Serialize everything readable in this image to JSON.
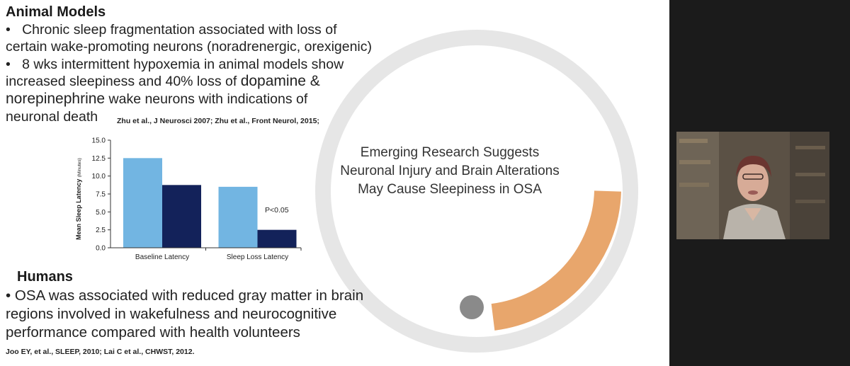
{
  "animal": {
    "heading": "Animal Models",
    "bullet1_line1": "Chronic sleep fragmentation associated with loss of",
    "bullet1_line2": "certain wake-promoting neurons (noradrenergic, orexigenic)",
    "bullet2_line1": "8 wks intermittent hypoxemia in animal models show",
    "bullet2_line2_a": "increased sleepiness and 40% loss of ",
    "bullet2_line2_b": "dopamine &",
    "bullet2_line3_a": "norepinephrine",
    "bullet2_line3_b": " wake neurons with indications of",
    "bullet2_line4": "neuronal death",
    "reference": "Zhu et al., J Neurosci 2007; Zhu et al., Front Neurol, 2015;"
  },
  "circle": {
    "text": "Emerging Research Suggests Neuronal Injury and Brain Alterations May Cause Sleepiness in OSA",
    "ring_color": "#e6e6e6",
    "arc_color": "#e8a66c",
    "dot_color": "#8a8a8a"
  },
  "humans": {
    "heading": "Humans",
    "bullet_line1": "OSA was associated with reduced gray matter in brain",
    "bullet_line2": "regions involved in wakefulness and neurocognitive",
    "bullet_line3": "performance compared with health volunteers",
    "reference": "Joo EY, et al., SLEEP, 2010; Lai C et al., CHWST, 2012."
  },
  "chart_data": {
    "type": "bar",
    "categories": [
      "Baseline Latency",
      "Sleep Loss Latency"
    ],
    "series": [
      {
        "values": [
          12.5,
          8.5
        ],
        "color": "#72b5e2"
      },
      {
        "values": [
          8.75,
          2.5
        ],
        "color": "#13225a"
      }
    ],
    "ylabel": "Mean Sleep Latency",
    "ylabel_unit": "(Minutes)",
    "yticks": [
      "15.0",
      "12.5",
      "10.0",
      "7.5",
      "5.0",
      "2.5",
      "0.0"
    ],
    "ylim": [
      0,
      15
    ],
    "annotation": "P<0.05",
    "grid": false
  },
  "bullet_symbol": "•"
}
